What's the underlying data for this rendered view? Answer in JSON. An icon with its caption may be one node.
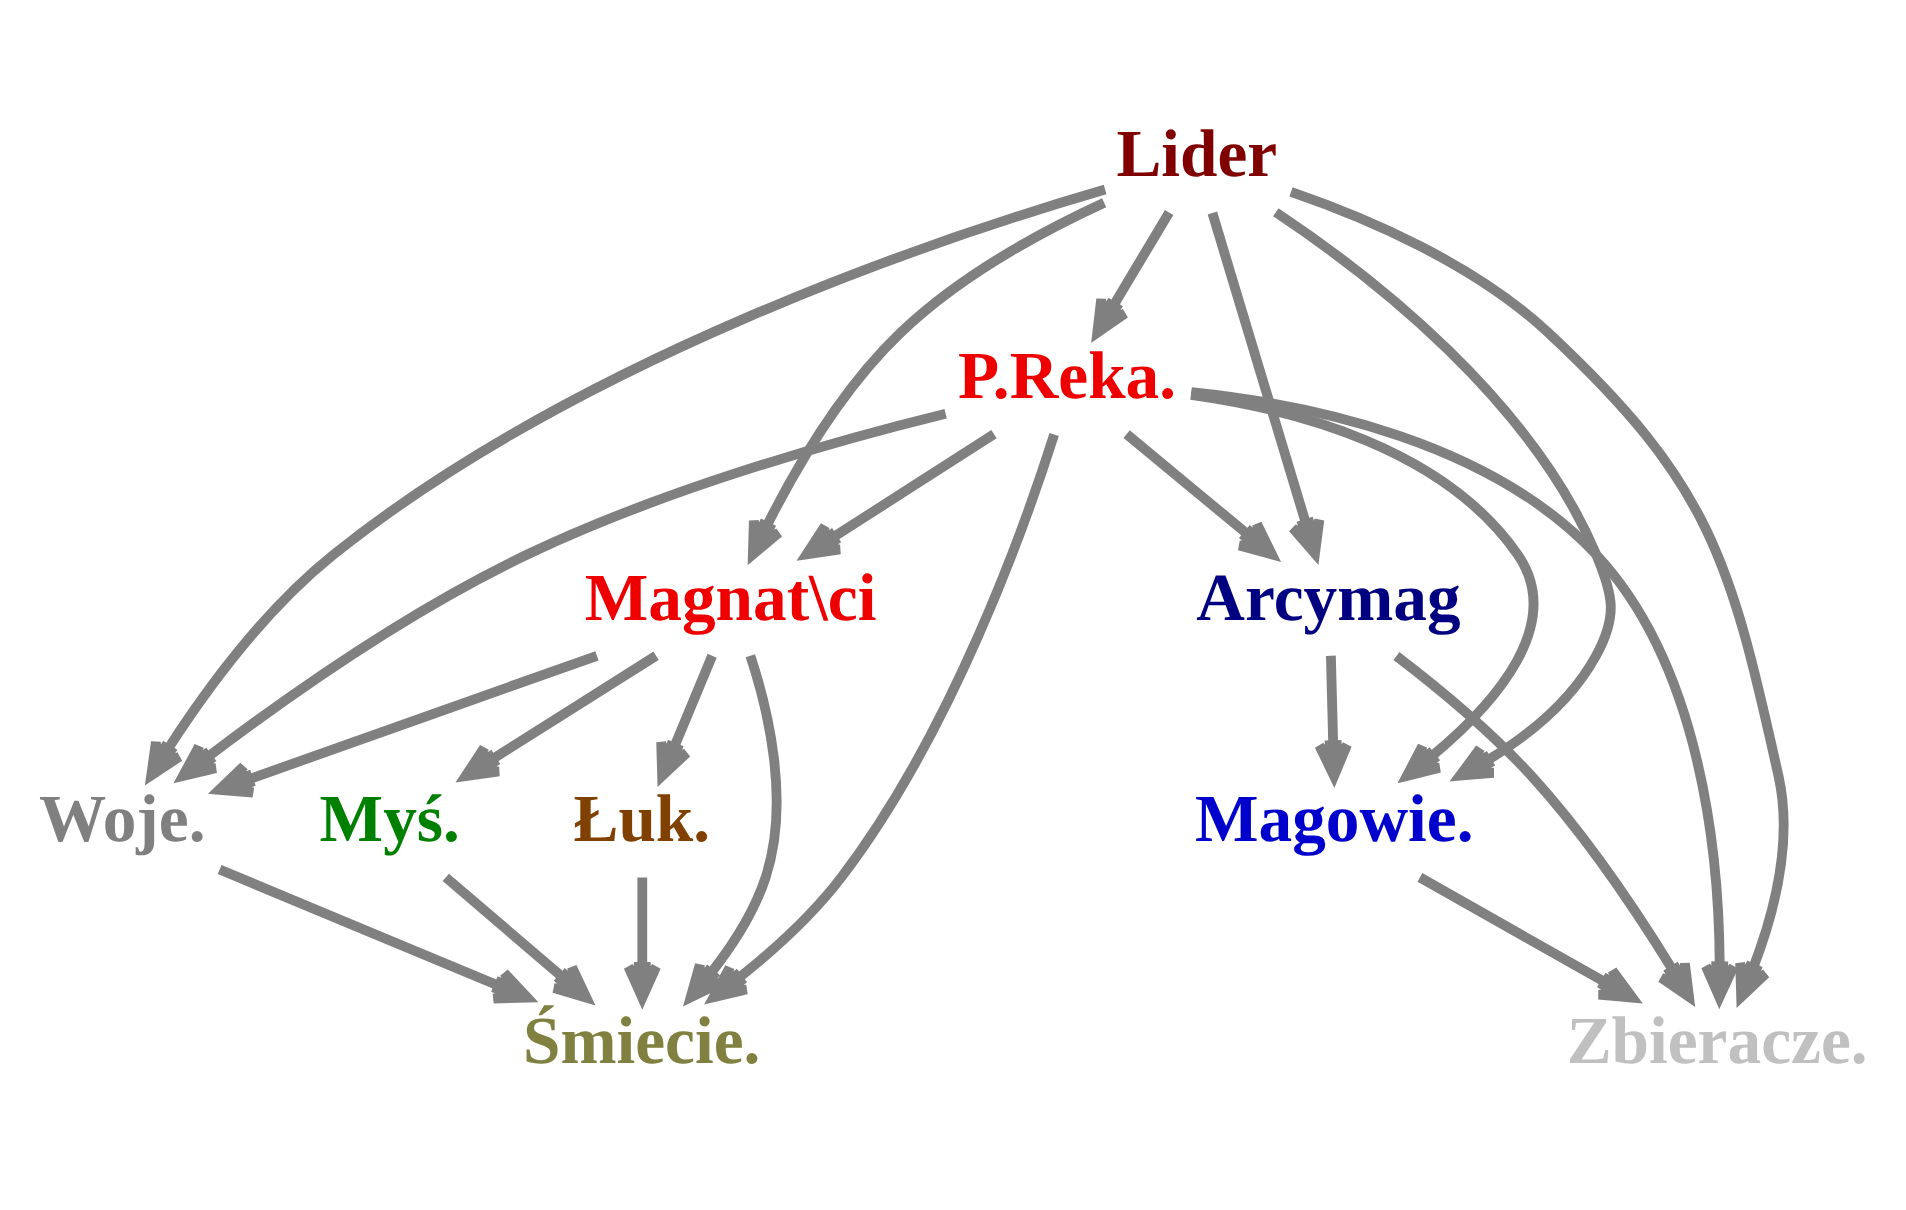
{
  "diagram": {
    "nodes": [
      {
        "text": [
          "Lider"
        ]
      },
      {
        "text": [
          "P.Reka."
        ]
      },
      {
        "text": [
          "Magnat\\ci"
        ]
      },
      {
        "text": [
          "Arcymag"
        ]
      },
      {
        "text": [
          "Woje."
        ]
      },
      {
        "text": [
          "Myś."
        ]
      },
      {
        "text": [
          "Łuk."
        ]
      },
      {
        "text": [
          "Magowie."
        ]
      },
      {
        "text": [
          "Śmiecie."
        ]
      },
      {
        "text": [
          "Zbieracze."
        ]
      }
    ],
    "edges": [
      {
        "from": 0,
        "to": 4,
        "arrow": "to"
      },
      {
        "from": 0,
        "to": 2,
        "arrow": "to"
      },
      {
        "from": 0,
        "to": 1,
        "arrow": "to"
      },
      {
        "from": 0,
        "to": 3,
        "arrow": "to"
      },
      {
        "from": 0,
        "to": 7,
        "arrow": "to"
      },
      {
        "from": 0,
        "to": 9,
        "arrow": "to"
      },
      {
        "from": 1,
        "to": 4,
        "arrow": "to"
      },
      {
        "from": 1,
        "to": 2,
        "arrow": "to"
      },
      {
        "from": 1,
        "to": 8,
        "arrow": "to"
      },
      {
        "from": 1,
        "to": 3,
        "arrow": "to"
      },
      {
        "from": 1,
        "to": 7,
        "arrow": "to"
      },
      {
        "from": 1,
        "to": 9,
        "arrow": "to"
      },
      {
        "from": 2,
        "to": 4,
        "arrow": "to"
      },
      {
        "from": 2,
        "to": 5,
        "arrow": "to"
      },
      {
        "from": 2,
        "to": 6,
        "arrow": "to"
      },
      {
        "from": 2,
        "to": 8,
        "arrow": "to"
      },
      {
        "from": 3,
        "to": 7,
        "arrow": "to"
      },
      {
        "from": 3,
        "to": 9,
        "arrow": "to"
      },
      {
        "from": 4,
        "to": 8,
        "arrow": "to"
      },
      {
        "from": 5,
        "to": 8,
        "arrow": "to"
      },
      {
        "from": 6,
        "to": 8,
        "arrow": "to"
      },
      {
        "from": 7,
        "to": 9,
        "arrow": "to"
      }
    ]
  }
}
